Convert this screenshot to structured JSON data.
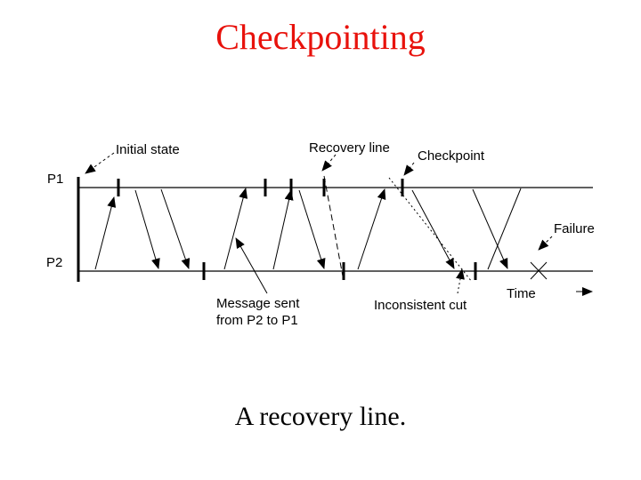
{
  "title": "Checkpointing",
  "caption": "A recovery line.",
  "labels": {
    "p1": "P1",
    "p2": "P2",
    "initial_state": "Initial state",
    "recovery_line": "Recovery line",
    "checkpoint": "Checkpoint",
    "failure": "Failure",
    "time": "Time",
    "message_line1": "Message sent",
    "message_line2": "from P2 to P1",
    "inconsistent_cut": "Inconsistent cut"
  }
}
